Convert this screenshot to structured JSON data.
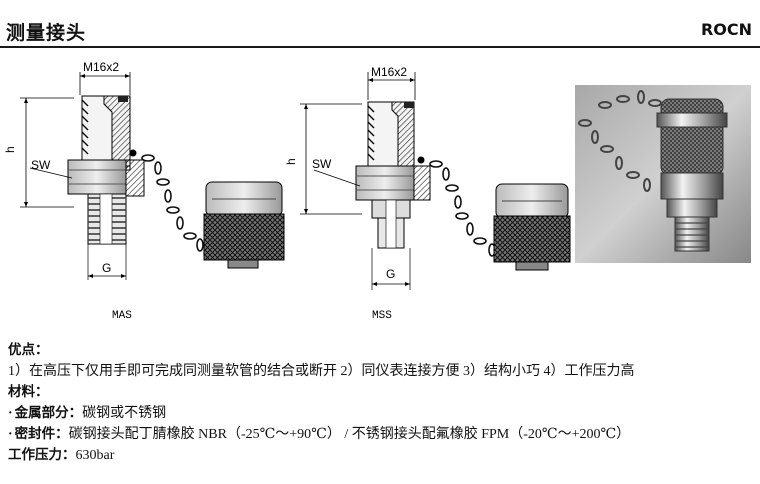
{
  "header": {
    "title": "测量接头",
    "brand": "ROCN"
  },
  "drawings": {
    "mas": {
      "caption": "MAS",
      "thread_label": "M16x2",
      "h_label": "h",
      "sw_label": "SW",
      "g_label": "G"
    },
    "mss": {
      "caption": "MSS",
      "thread_label": "M16x2",
      "h_label": "h",
      "sw_label": "SW",
      "g_label": "G"
    }
  },
  "specs": {
    "advantages_title": "优点：",
    "advantages_text": "1）在高压下仅用手即可完成同测量软管的结合或断开 2）同仪表连接方便 3）结构小巧 4）工作压力高",
    "materials_title": "材料：",
    "metal_label": "金属部分：",
    "metal_value": "碳钢或不锈钢",
    "seal_label": "密封件：",
    "seal_value": "碳钢接头配丁腈橡胶 NBR（-25℃～+90℃） /  不锈钢接头配氟橡胶 FPM（-20℃～+200℃）",
    "pressure_label": "工作压力：",
    "pressure_value": "630bar"
  }
}
